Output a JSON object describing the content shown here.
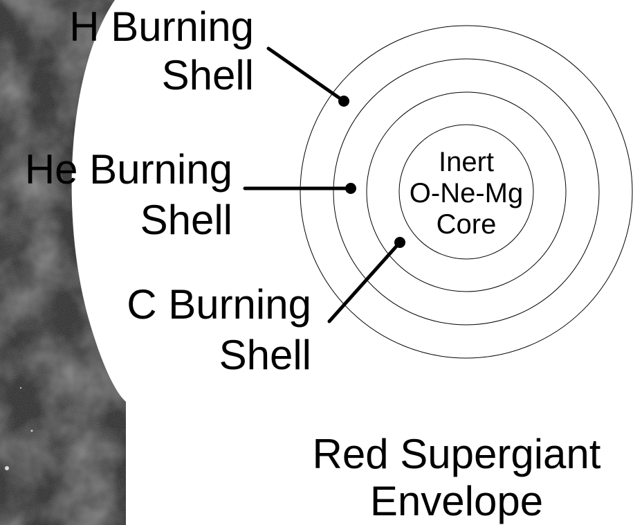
{
  "diagram": {
    "shells": [
      {
        "name": "H Burning Shell",
        "line1": "H Burning",
        "line2": "Shell"
      },
      {
        "name": "He Burning Shell",
        "line1": "He Burning",
        "line2": "Shell"
      },
      {
        "name": "C Burning Shell",
        "line1": "C Burning",
        "line2": "Shell"
      }
    ],
    "core": {
      "line1": "Inert",
      "line2": "O-Ne-Mg",
      "line3": "Core"
    },
    "envelope": {
      "line1": "Red Supergiant",
      "line2": "Envelope"
    },
    "colors": {
      "background_image": "#2a2a2a",
      "envelope": "#ffffff",
      "ink": "#000000"
    }
  }
}
